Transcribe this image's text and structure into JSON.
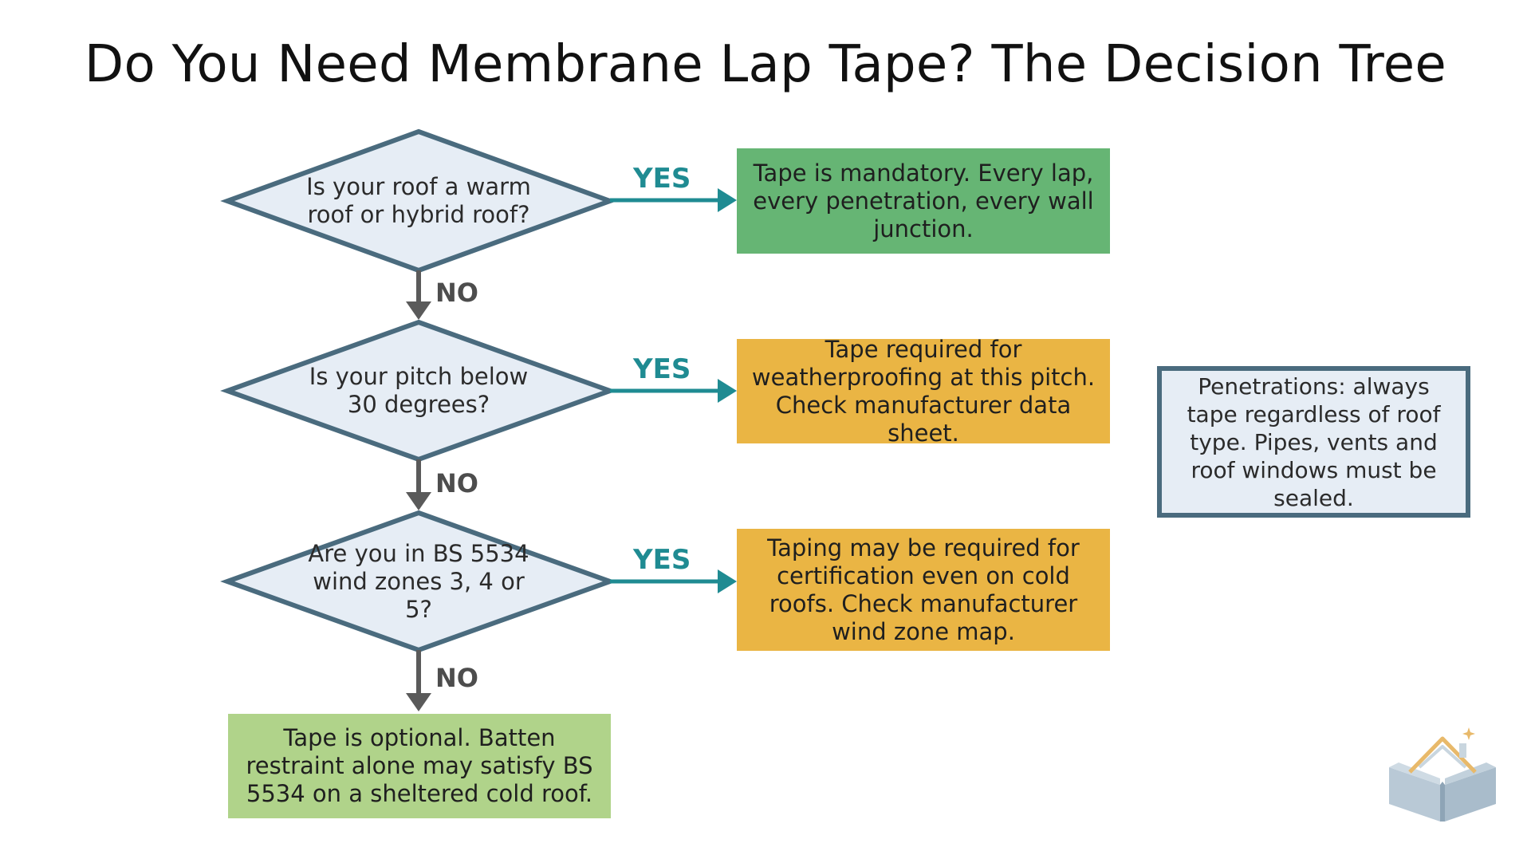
{
  "title": "Do You Need Membrane Lap Tape? The Decision Tree",
  "colors": {
    "diamond_fill": "#e6edf5",
    "diamond_stroke": "#4a6b7e",
    "yes_arrow": "#1f8b92",
    "no_arrow": "#5a5a5a",
    "box_mandatory": "#66b574",
    "box_required": "#eab544",
    "box_optional": "#b0d38a"
  },
  "questions": [
    {
      "text": "Is your roof a warm roof or hybrid roof?",
      "yes_label": "YES",
      "no_label": "NO"
    },
    {
      "text": "Is your pitch below 30 degrees?",
      "yes_label": "YES",
      "no_label": "NO"
    },
    {
      "text": "Are you in BS 5534 wind zones 3, 4 or 5?",
      "yes_label": "YES",
      "no_label": "NO"
    }
  ],
  "outcomes": [
    {
      "text": "Tape is mandatory. Every lap, every penetration, every wall junction."
    },
    {
      "text": "Tape required for weatherproofing at this pitch. Check manufacturer data sheet."
    },
    {
      "text": "Taping may be required for certification even on cold roofs. Check manufacturer wind zone map."
    },
    {
      "text": "Tape is optional. Batten restraint alone may satisfy BS 5534 on a sheltered cold roof."
    }
  ],
  "note": {
    "text": "Penetrations: always tape regardless of roof type. Pipes, vents and roof windows must be sealed."
  },
  "logo": {
    "icon": "house-book-icon"
  }
}
